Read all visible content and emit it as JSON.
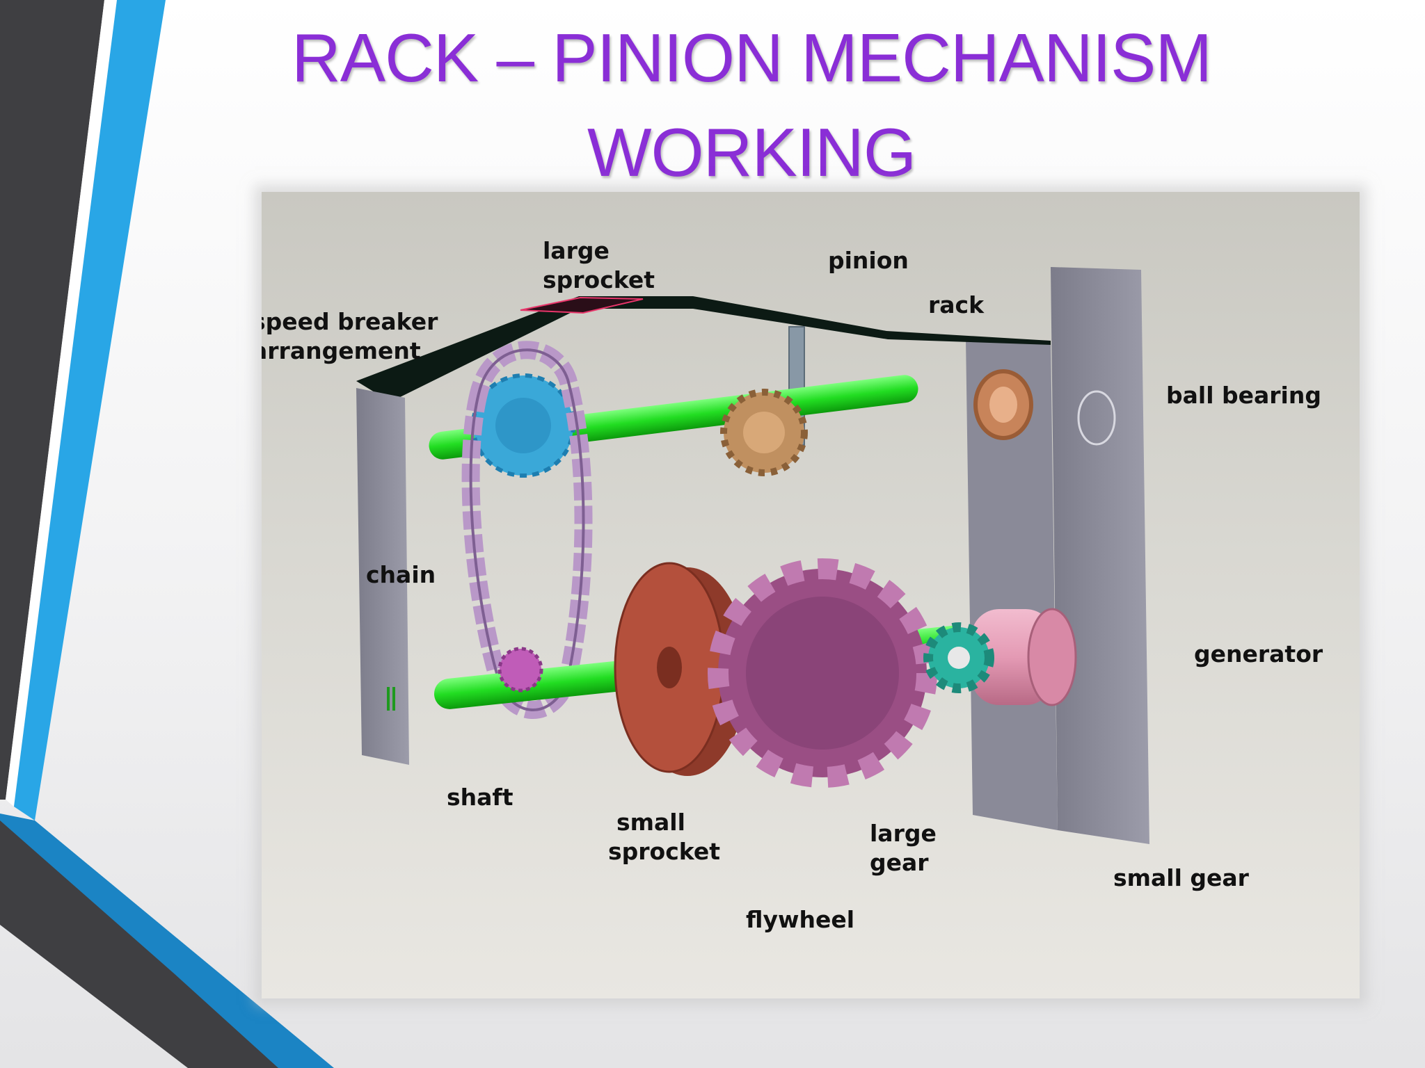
{
  "slide": {
    "title_line1": "RACK – PINION MECHANISM",
    "title_line2": "WORKING"
  },
  "diagram": {
    "labels": {
      "large_sprocket_1": "large",
      "large_sprocket_2": "sprocket",
      "pinion": "pinion",
      "rack": "rack",
      "speed_breaker_1": "speed breaker",
      "speed_breaker_2": "arrangement",
      "ball_bearing": "ball bearing",
      "chain": "chain",
      "generator": "generator",
      "shaft": "shaft",
      "small_sprocket_1": "small",
      "small_sprocket_2": "sprocket",
      "large_gear_1": "large",
      "large_gear_2": "gear",
      "small_gear": "small gear",
      "flywheel": "flywheel"
    }
  },
  "colors": {
    "title": "#8a2ed6",
    "accent_blue": "#29a6e6",
    "dark_stripe": "#3f3f42",
    "shaft": "#22dd22",
    "plate": "#8a8a98",
    "flywheel": "#b4503c",
    "large_gear": "#9a4e84",
    "chain": "#b998c8",
    "generator": "#e49ab4",
    "small_gear": "#2ab3a0",
    "pinion": "#c09060",
    "rack_cover": "#0c1a14"
  }
}
